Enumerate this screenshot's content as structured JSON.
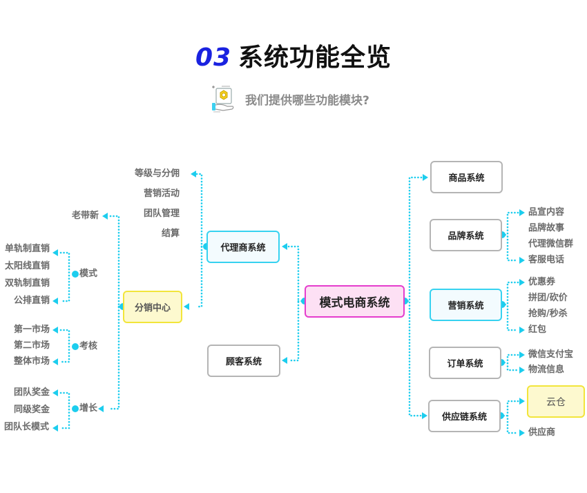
{
  "header": {
    "number": "03",
    "title": "系统功能全览",
    "subtitle": "我们提供哪些功能模块?",
    "subtitle_icon": "gear-hand-icon"
  },
  "colors": {
    "accent_blue": "#1a22e0",
    "connector": "#1ccdee",
    "pink": "#e53ccd",
    "cyan": "#36d2f0",
    "yellow": "#f2e53a"
  },
  "center": {
    "label": "模式电商系统"
  },
  "left": {
    "agent": {
      "label": "代理商系统",
      "children": [
        "等级与分佣",
        "营销活动",
        "团队管理",
        "结算"
      ]
    },
    "customer": {
      "label": "顾客系统"
    },
    "distribution": {
      "label": "分销中心",
      "old_new": "老带新",
      "mode": {
        "label": "模式",
        "children": [
          "单轨制直销",
          "太阳线直销",
          "双轨制直销",
          "公排直销"
        ]
      },
      "assess": {
        "label": "考核",
        "children": [
          "第一市场",
          "第二市场",
          "整体市场"
        ]
      },
      "growth": {
        "label": "增长",
        "children": [
          "团队奖金",
          "同级奖金",
          "团队长模式"
        ]
      }
    }
  },
  "right": {
    "goods": {
      "label": "商品系统"
    },
    "brand": {
      "label": "品牌系统",
      "children": [
        "品宣内容",
        "品牌故事",
        "代理微信群",
        "客服电话"
      ]
    },
    "marketing": {
      "label": "营销系统",
      "children": [
        "优惠券",
        "拼团/砍价",
        "抢购/秒杀",
        "红包"
      ]
    },
    "order": {
      "label": "订单系统",
      "children": [
        "微信支付宝",
        "物流信息"
      ]
    },
    "supply": {
      "label": "供应链系统",
      "cloud": "云仓",
      "supplier": "供应商"
    }
  }
}
